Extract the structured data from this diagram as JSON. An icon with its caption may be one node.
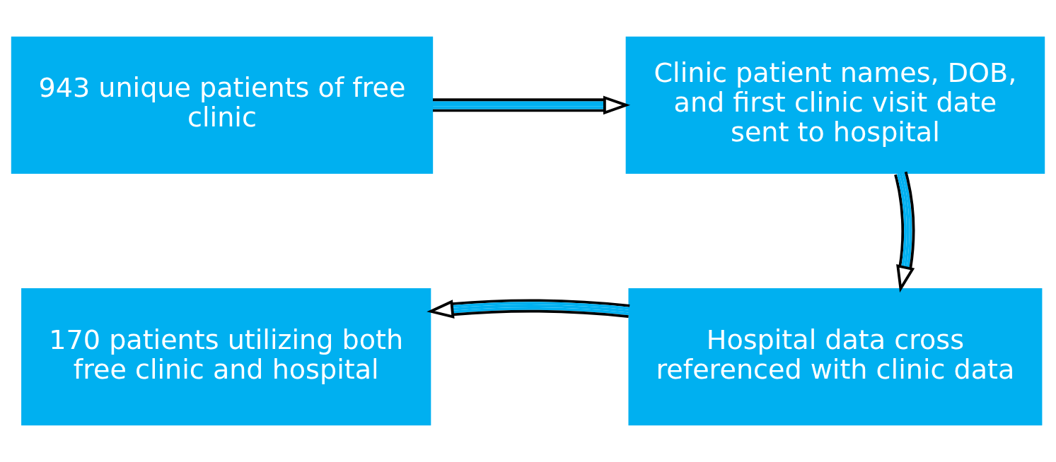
{
  "diagram": {
    "nodes": [
      {
        "text": [
          "943 unique patients of free clinic"
        ]
      },
      {
        "text": [
          "Clinic patient names, DOB, and first clinic visit date sent to hospital"
        ]
      },
      {
        "text": [
          "Hospital data cross referenced with clinic data"
        ]
      },
      {
        "text": [
          "170 patients utilizing both free clinic and hospital"
        ]
      }
    ],
    "edges": [
      {
        "from": 0,
        "to": 1,
        "arrow": "to"
      },
      {
        "from": 1,
        "to": 2,
        "arrow": "to"
      },
      {
        "from": 2,
        "to": 3,
        "arrow": "to"
      }
    ]
  }
}
